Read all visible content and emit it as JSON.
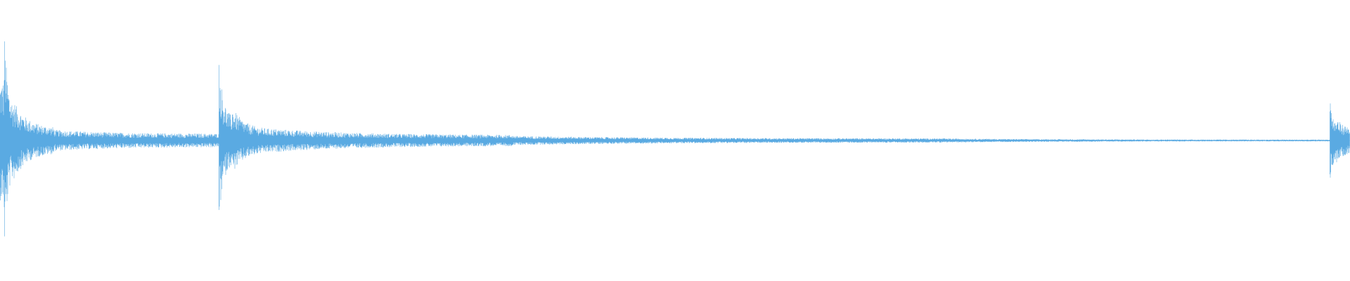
{
  "waveform": {
    "color": "#5aaae2",
    "background": "#ffffff",
    "segments": [
      {
        "start": 0.0,
        "end": 0.003,
        "peak": 0.45,
        "decay": 0.0,
        "base": 0.34
      },
      {
        "start": 0.003,
        "end": 0.01,
        "peak": 0.88,
        "decay": 0.02,
        "base": 0.25
      },
      {
        "start": 0.01,
        "end": 0.04,
        "peak": 0.3,
        "decay": 0.03,
        "base": 0.09
      },
      {
        "start": 0.04,
        "end": 0.162,
        "peak": 0.08,
        "decay": 0.15,
        "base": 0.05
      },
      {
        "start": 0.162,
        "end": 0.172,
        "peak": 0.64,
        "decay": 0.02,
        "base": 0.16
      },
      {
        "start": 0.172,
        "end": 0.2,
        "peak": 0.25,
        "decay": 0.04,
        "base": 0.08
      },
      {
        "start": 0.2,
        "end": 0.38,
        "peak": 0.09,
        "decay": 0.25,
        "base": 0.04
      },
      {
        "start": 0.38,
        "end": 0.7,
        "peak": 0.035,
        "decay": 0.4,
        "base": 0.015
      },
      {
        "start": 0.7,
        "end": 0.985,
        "peak": 0.015,
        "decay": 0.3,
        "base": 0.006
      },
      {
        "start": 0.985,
        "end": 0.99,
        "peak": 0.38,
        "decay": 0.01,
        "base": 0.12
      },
      {
        "start": 0.99,
        "end": 1.0,
        "peak": 0.18,
        "decay": 0.02,
        "base": 0.1
      }
    ]
  }
}
